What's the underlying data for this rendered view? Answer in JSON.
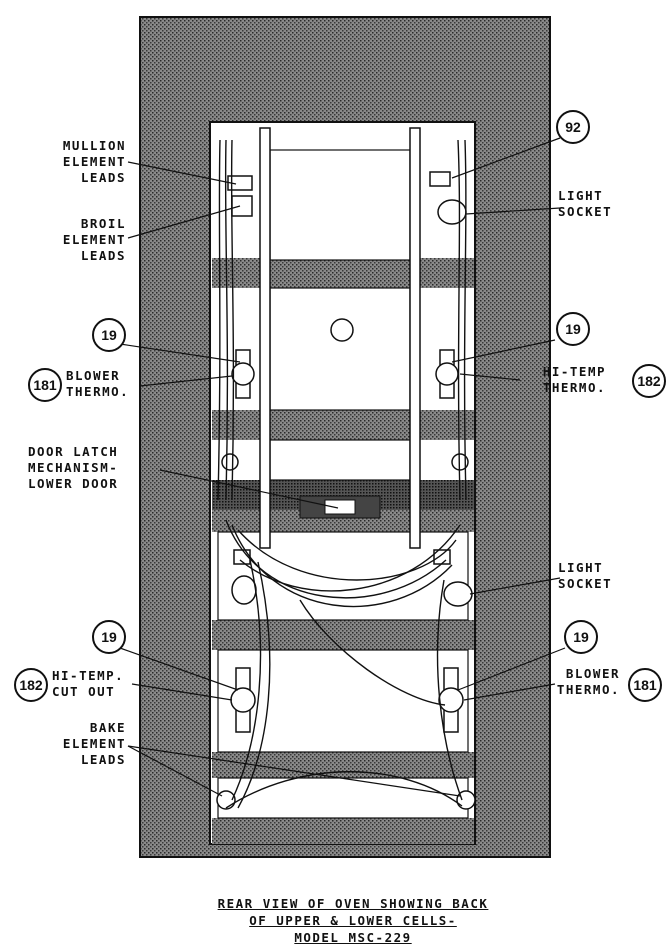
{
  "labels": {
    "mullion_leads": [
      "MULLION",
      "ELEMENT",
      "LEADS"
    ],
    "broil_leads": [
      "BROIL",
      "ELEMENT",
      "LEADS"
    ],
    "light_socket_upper": [
      "LIGHT",
      "SOCKET"
    ],
    "blower_thermo_upper": [
      "BLOWER",
      "THERMO."
    ],
    "hi_temp_thermo": [
      "HI-TEMP",
      "THERMO."
    ],
    "door_latch": [
      "DOOR LATCH",
      "MECHANISM-",
      "LOWER DOOR"
    ],
    "light_socket_lower": [
      "LIGHT",
      "SOCKET"
    ],
    "hi_temp_cutout": [
      "HI-TEMP.",
      "CUT OUT"
    ],
    "blower_thermo_lower": [
      "BLOWER",
      "THERMO."
    ],
    "bake_leads": [
      "BAKE",
      "ELEMENT",
      "LEADS"
    ]
  },
  "callouts": {
    "upper_right_socket": "92",
    "upper_left_thermo_bracket": "19",
    "upper_left_blower": "181",
    "upper_right_thermo_bracket": "19",
    "upper_right_hitemp": "182",
    "lower_left_bracket": "19",
    "lower_left_cutout": "182",
    "lower_right_bracket": "19",
    "lower_right_blower": "181"
  },
  "caption": [
    "REAR VIEW OF OVEN SHOWING BACK",
    "OF UPPER & LOWER CELLS-",
    "MODEL MSC-229"
  ],
  "colors": {
    "ink": "#111111",
    "paper": "#ffffff"
  }
}
